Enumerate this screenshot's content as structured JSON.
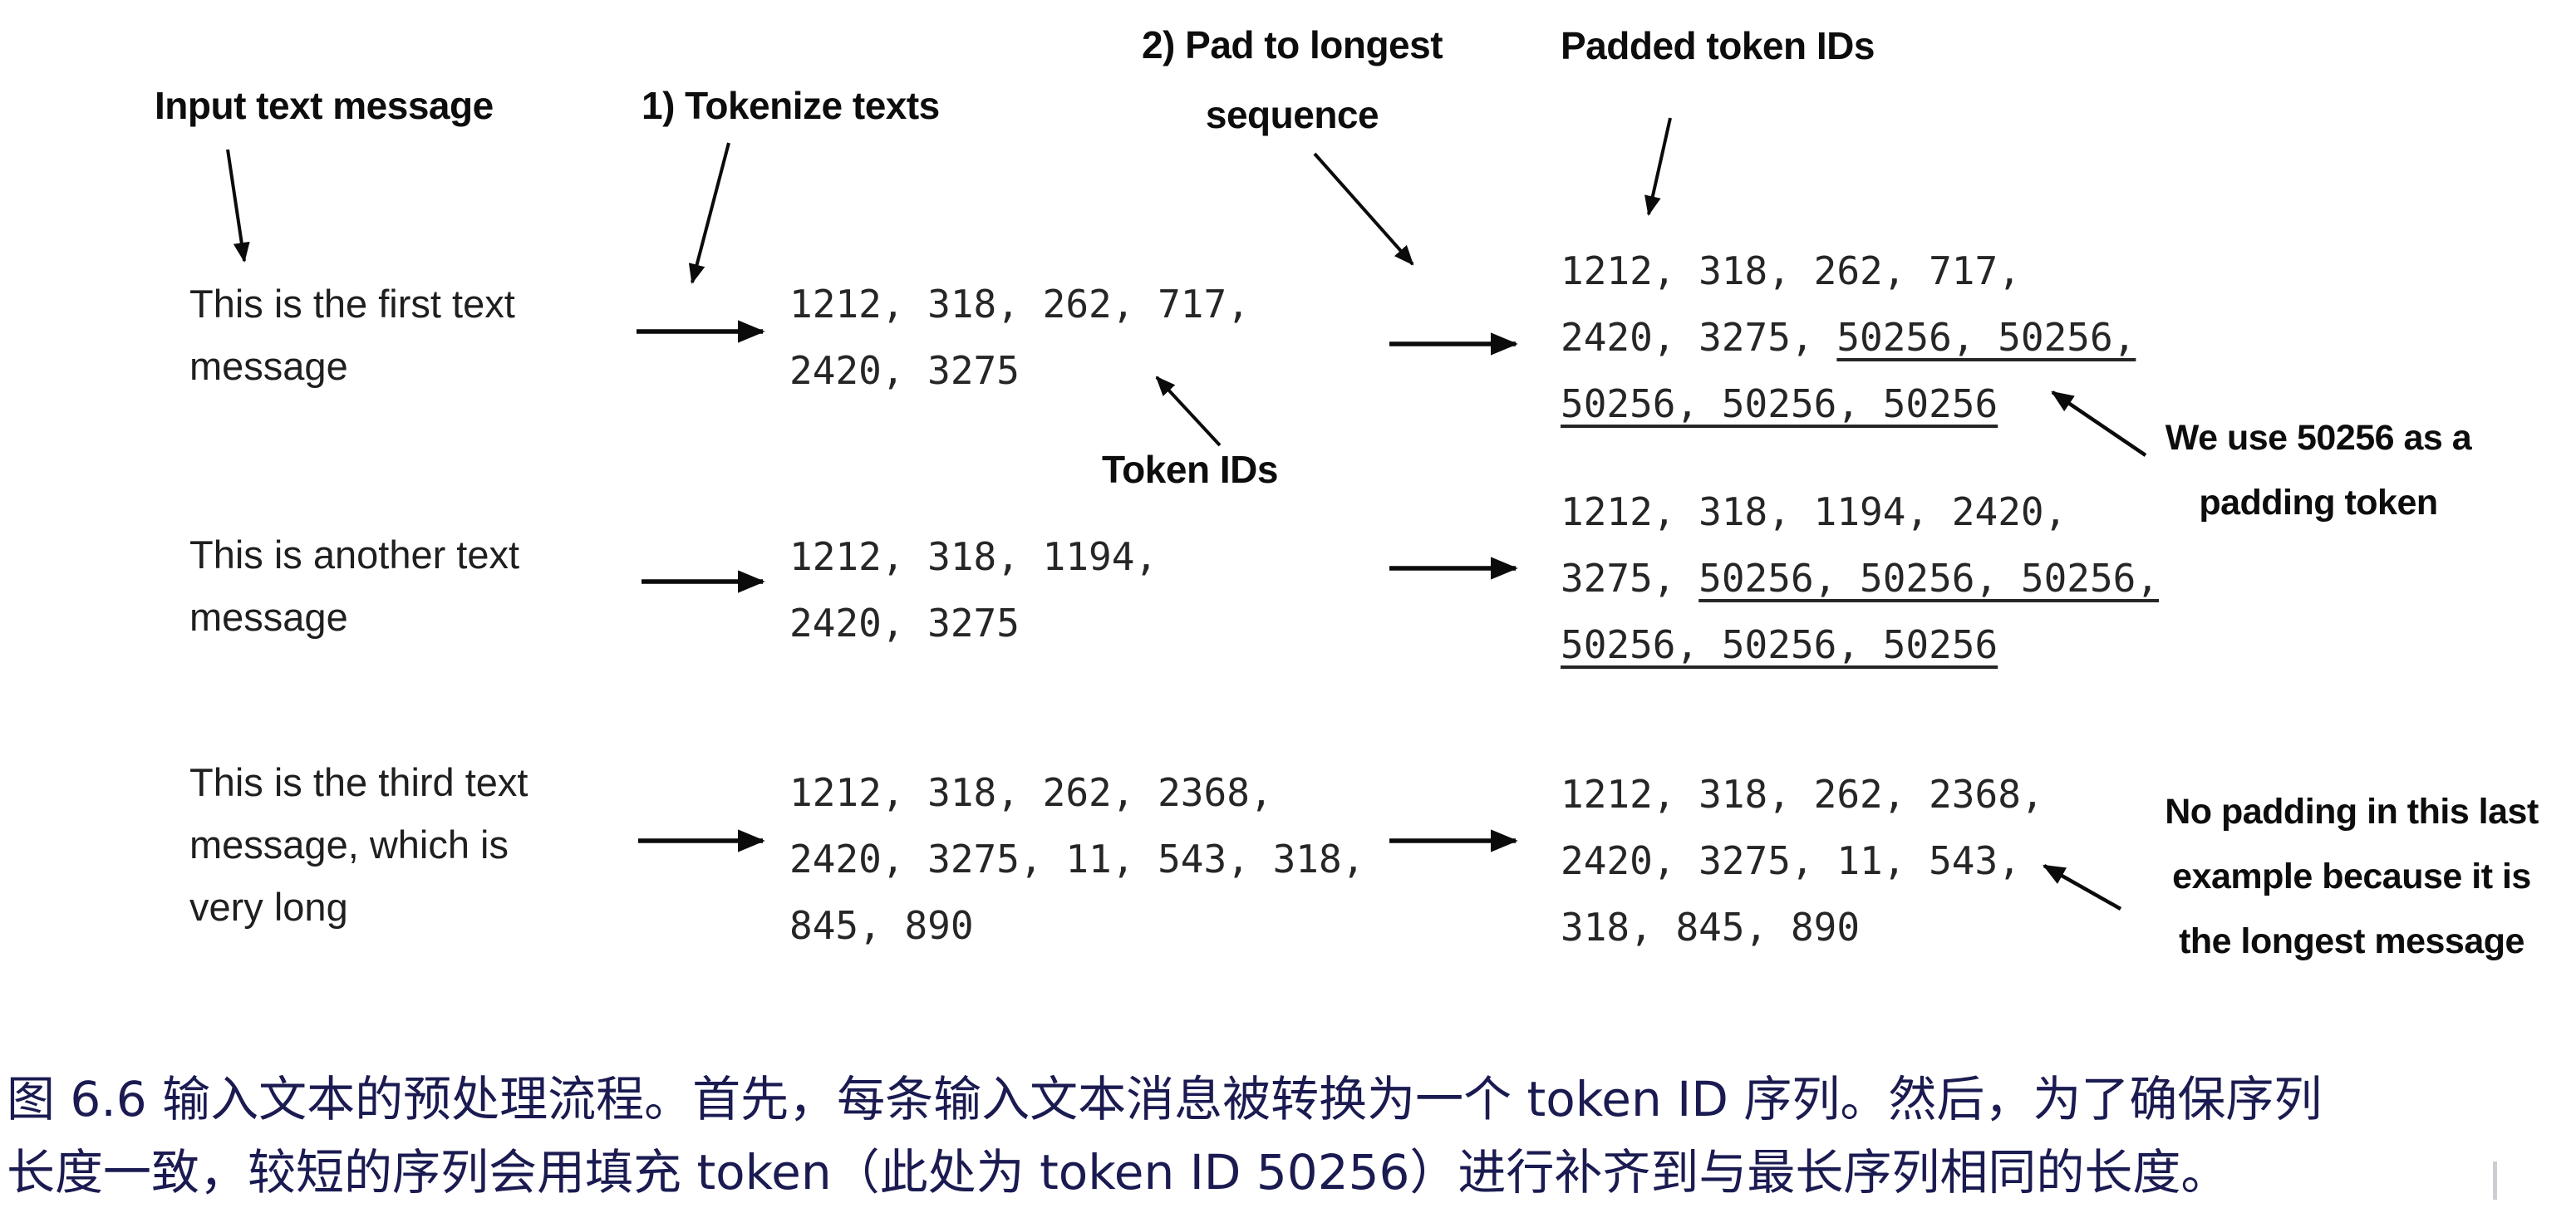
{
  "figure": {
    "labels": {
      "input": "Input text message",
      "tokenize": "1) Tokenize texts",
      "pad_line1": "2) Pad to longest",
      "pad_line2": "sequence",
      "padded": "Padded token IDs",
      "token_ids": "Token IDs"
    },
    "notes": {
      "padding": {
        "line1": "We use 50256 as a",
        "line2": "padding token"
      },
      "no_padding": {
        "line1": "No padding in this last",
        "line2": "example because it is",
        "line3": "the longest message"
      }
    },
    "rows": [
      {
        "message": [
          "This is the first text",
          "message"
        ],
        "token_ids": [
          {
            "plain": "1212, 318, 262, 717,",
            "pad": ""
          },
          {
            "plain": "2420, 3275",
            "pad": ""
          }
        ],
        "padded": [
          {
            "plain": "1212, 318, 262, 717,",
            "pad": ""
          },
          {
            "plain": "2420, 3275, ",
            "pad": "50256, 50256,"
          },
          {
            "plain": "",
            "pad": "50256, 50256, 50256"
          }
        ]
      },
      {
        "message": [
          "This is another text",
          "message"
        ],
        "token_ids": [
          {
            "plain": "1212, 318, 1194,",
            "pad": ""
          },
          {
            "plain": "2420, 3275",
            "pad": ""
          }
        ],
        "padded": [
          {
            "plain": "1212, 318, 1194, 2420,",
            "pad": ""
          },
          {
            "plain": "3275, ",
            "pad": "50256, 50256, 50256,"
          },
          {
            "plain": "",
            "pad": "50256, 50256, 50256"
          }
        ]
      },
      {
        "message": [
          "This is the third text",
          "message, which is",
          "very long"
        ],
        "token_ids": [
          {
            "plain": "1212, 318, 262, 2368,",
            "pad": ""
          },
          {
            "plain": "2420, 3275, 11, 543, 318,",
            "pad": ""
          },
          {
            "plain": "845, 890",
            "pad": ""
          }
        ],
        "padded": [
          {
            "plain": "1212, 318, 262, 2368,",
            "pad": ""
          },
          {
            "plain": "2420, 3275, 11, 543,",
            "pad": ""
          },
          {
            "plain": "318, 845, 890",
            "pad": ""
          }
        ]
      }
    ]
  },
  "caption": {
    "line1": "图 6.6 输入文本的预处理流程。首先，每条输入文本消息被转换为一个 token ID 序列。然后，为了确保序列",
    "line2": "长度一致，较短的序列会用填充 token（此处为 token ID 50256）进行补齐到与最长序列相同的长度。"
  },
  "colors": {
    "ink": "#111111",
    "caption_text": "#1b1b52"
  }
}
